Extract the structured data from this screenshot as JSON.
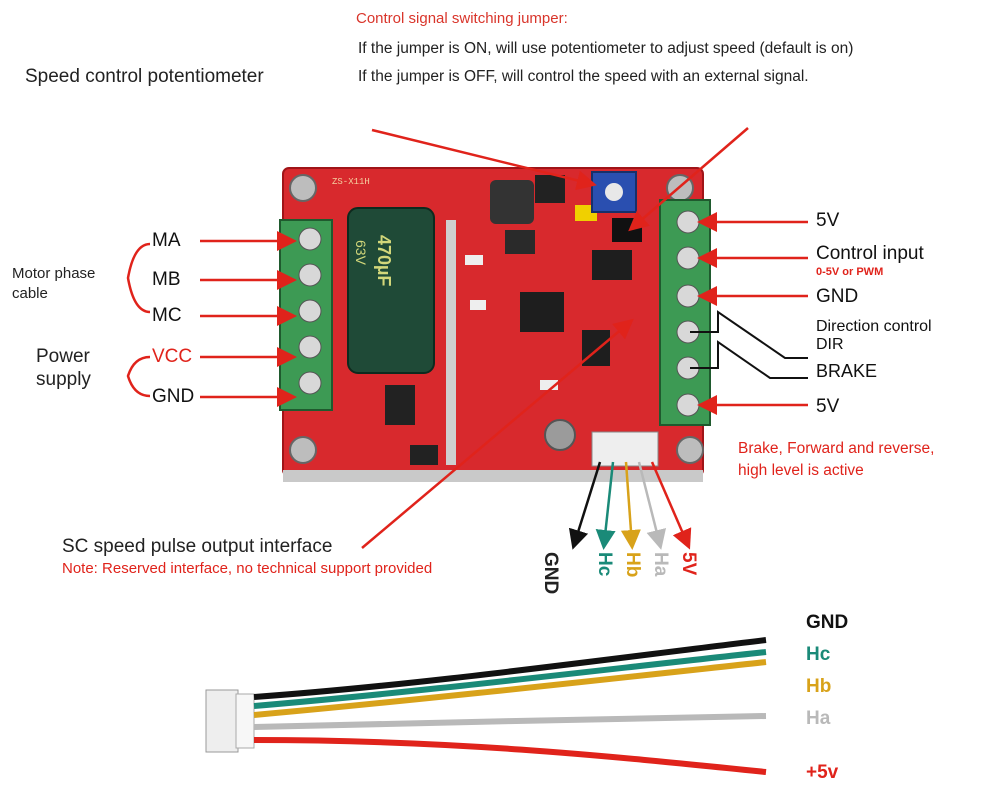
{
  "jumper": {
    "title": "Control signal switching jumper:",
    "line_on": "If the jumper is ON, will use potentiometer to adjust speed (default is on)",
    "line_off": "If  the jumper is OFF, will control the speed with an external signal."
  },
  "potentiometer_label": "Speed control potentiometer",
  "motor_phase": {
    "group_label": "Motor phase\ncable",
    "pins": [
      "MA",
      "MB",
      "MC"
    ]
  },
  "power_supply": {
    "group_label": "Power\nsupply",
    "pins": [
      "VCC",
      "GND"
    ]
  },
  "right_terminals": {
    "five_v_top": "5V",
    "control_input": "Control input",
    "control_input_note": "0-5V or PWM",
    "gnd": "GND",
    "direction_control": "Direction control",
    "dir": "DIR",
    "brake": "BRAKE",
    "five_v_bottom": "5V",
    "note_line1": "Brake, Forward and reverse,",
    "note_line2": "high level is active"
  },
  "board": {
    "model": "ZS-X11H",
    "capacitor_value": "470µF",
    "capacitor_voltage": "63V"
  },
  "sc_interface": {
    "title": "SC speed pulse output interface",
    "note": "Note: Reserved interface, no technical support provided"
  },
  "hall_pins": [
    {
      "label": "GND",
      "color": "#111111"
    },
    {
      "label": "Hc",
      "color": "#1a8a78"
    },
    {
      "label": "Hb",
      "color": "#d8a21a"
    },
    {
      "label": "Ha",
      "color": "#b9b9b9"
    },
    {
      "label": "5V",
      "color": "#e0231b"
    }
  ],
  "cable_wires": [
    {
      "label": "GND",
      "color": "#111111"
    },
    {
      "label": "Hc",
      "color": "#1a8a78"
    },
    {
      "label": "Hb",
      "color": "#d8a21a"
    },
    {
      "label": "Ha",
      "color": "#b9b9b9"
    },
    {
      "label": "+5v",
      "color": "#e0231b"
    }
  ]
}
